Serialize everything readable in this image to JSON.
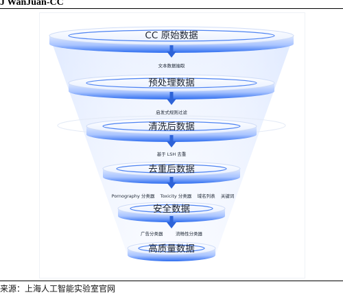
{
  "header": {
    "title": "J WanJuan-CC"
  },
  "footer": {
    "source": "来源：上海人工智能实验室官网"
  },
  "funnel": {
    "stages": [
      "CC 原始数据",
      "预处理数据",
      "清洗后数据",
      "去重后数据",
      "安全数据",
      "高质量数据"
    ],
    "steps": [
      "文本数据抽取",
      "启发式规则过滤",
      "基于 LSH 去重",
      "Pornography 分类器    Toxicity 分类器    域名列表    关键词",
      "广告分类器         流畅性分类器"
    ],
    "colors": {
      "accent": "#2f6ef0",
      "light": "#dce8ff",
      "arrow": "#2d63d8"
    }
  }
}
